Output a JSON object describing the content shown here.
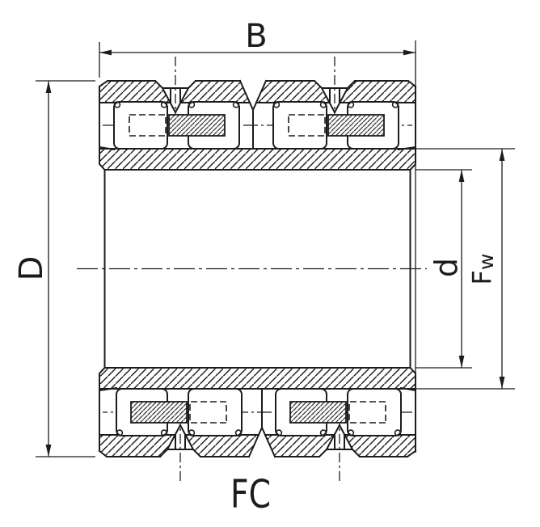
{
  "page": {
    "background": "#ffffff"
  },
  "drawing": {
    "bearing_type_label": "FC",
    "dimensions": {
      "width_label": "B",
      "outer_diameter_label": "D",
      "bore_diameter_label": "d",
      "raceway_diameter_label_main": "F",
      "raceway_diameter_label_sub": "w"
    },
    "colors": {
      "line": "#1c1c1c",
      "background": "#ffffff"
    }
  }
}
